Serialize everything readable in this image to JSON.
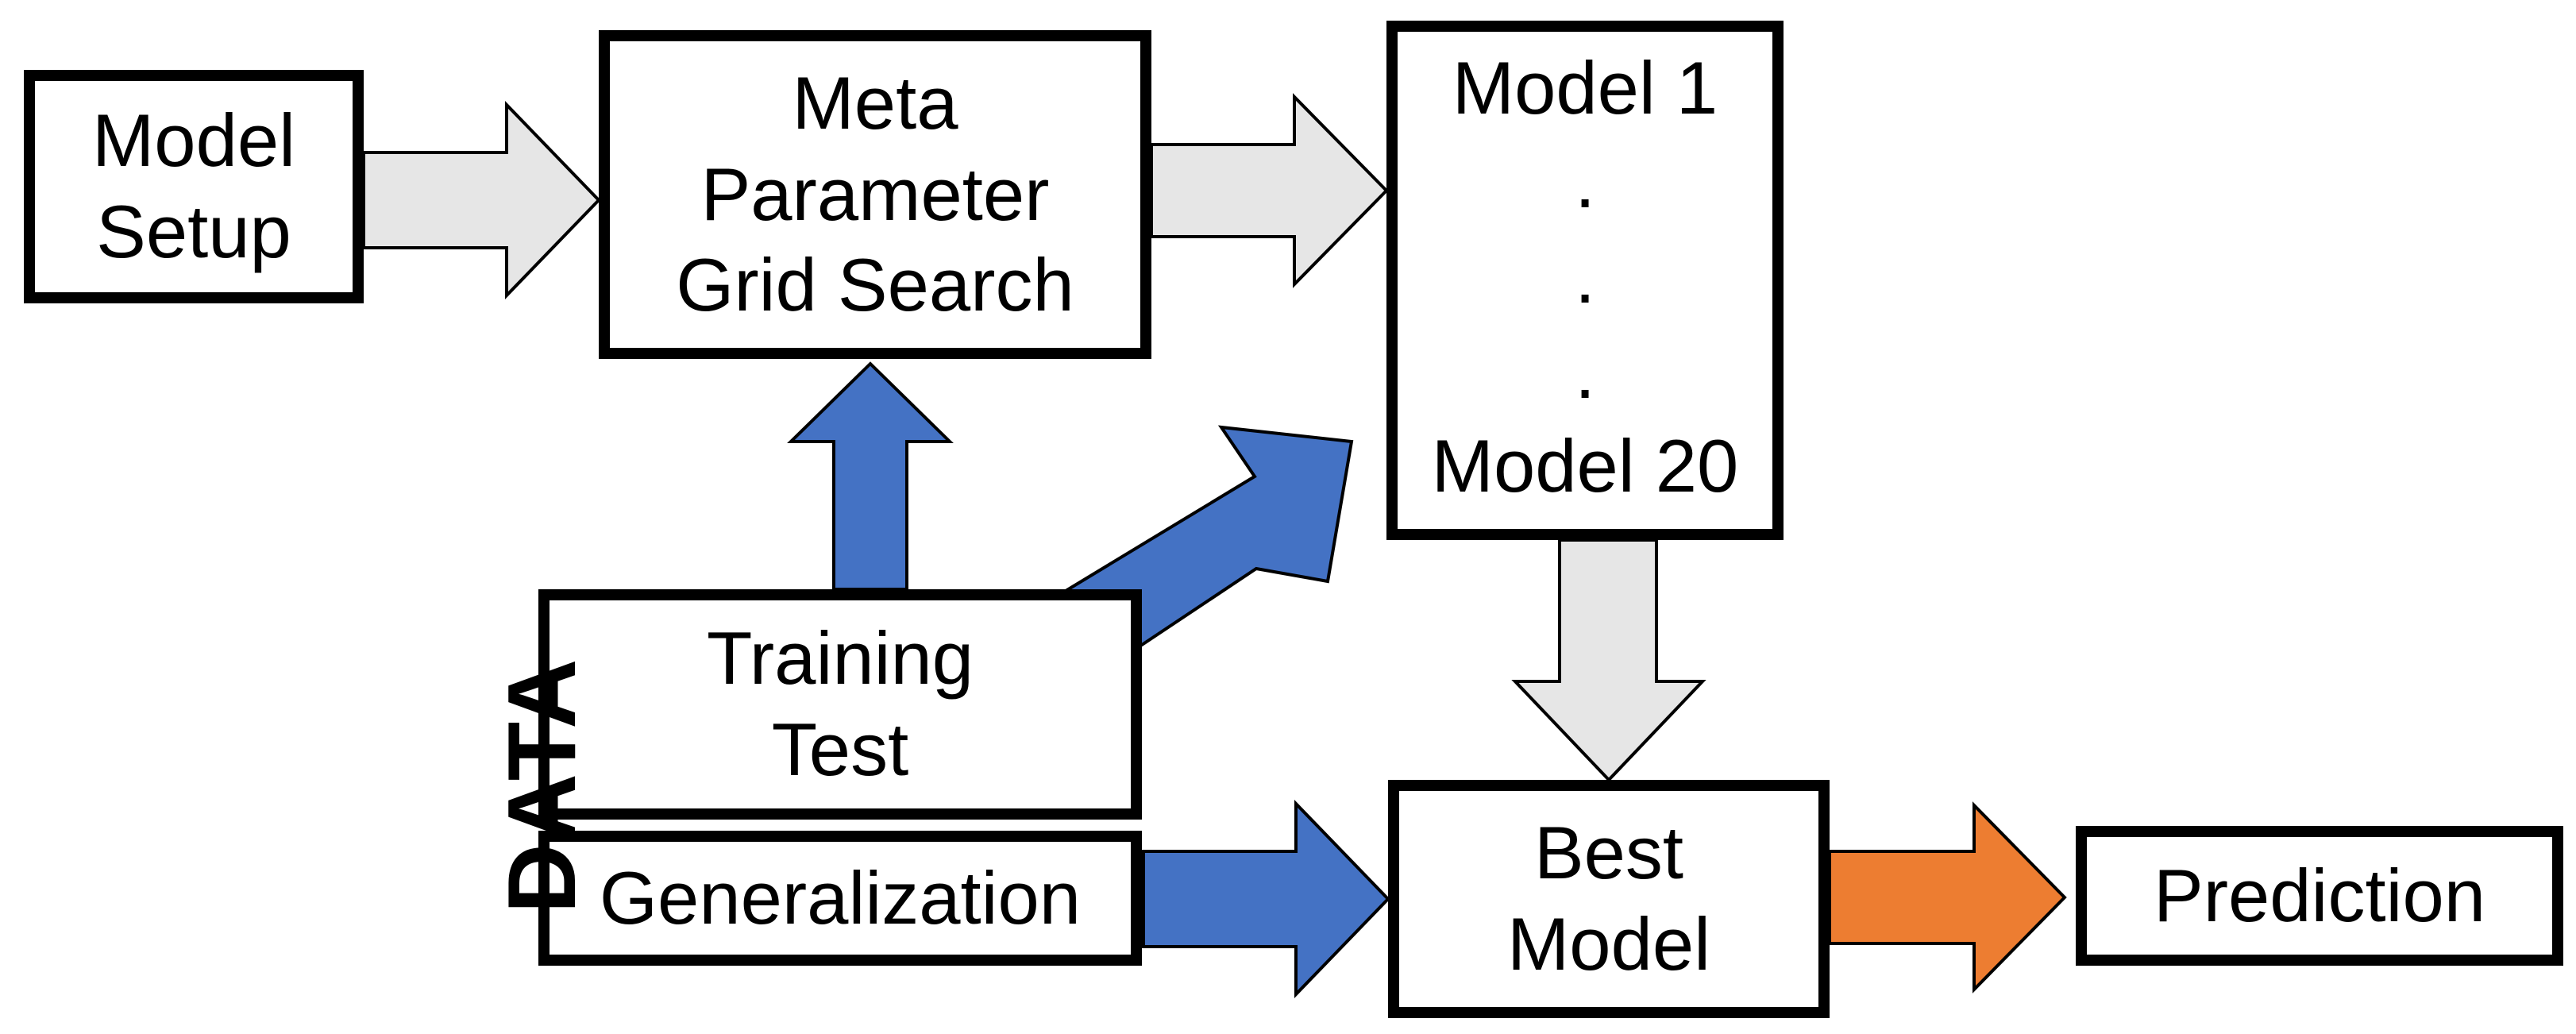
{
  "boxes": {
    "model_setup": [
      "Model",
      "Setup"
    ],
    "meta_grid": [
      "Meta",
      "Parameter",
      "Grid Search"
    ],
    "models": {
      "first": "Model 1",
      "dots": [
        ".",
        ".",
        "."
      ],
      "last": "Model 20"
    },
    "training_test": [
      "Training",
      "Test"
    ],
    "generalization": "Generalization",
    "best_model": [
      "Best",
      "Model"
    ],
    "prediction": "Prediction"
  },
  "side_label": "DATA",
  "colors": {
    "gray_arrow": "#e6e6e6",
    "blue_arrow": "#4472c4",
    "orange_arrow": "#ed7d31",
    "outline": "#000000"
  }
}
